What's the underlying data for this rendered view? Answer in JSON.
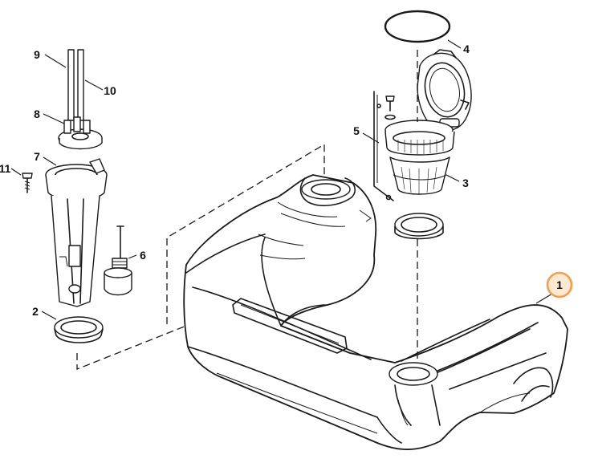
{
  "callouts": {
    "c1": "1",
    "c2": "2",
    "c3": "3",
    "c4": "4",
    "c5": "5",
    "c6": "6",
    "c7": "7",
    "c8": "8",
    "c9": "9",
    "c10": "10",
    "c11": "11"
  },
  "colors": {
    "highlight": "#f0a050",
    "highlight_fill": "#fde8d2",
    "line": "#1a1a1a",
    "background": "#ffffff"
  }
}
